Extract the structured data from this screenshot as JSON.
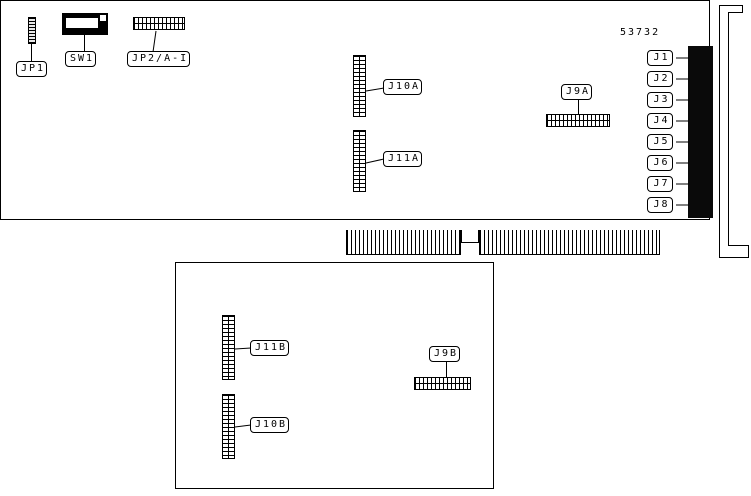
{
  "diagram": {
    "part_number": "53732",
    "main_board": {
      "jp1_label": "JP1",
      "sw1_label": "SW1",
      "jp2_label": "JP2/A-I",
      "j10a_label": "J10A",
      "j11a_label": "J11A",
      "j9a_label": "J9A",
      "right_connectors": [
        "J1",
        "J2",
        "J3",
        "J4",
        "J5",
        "J6",
        "J7",
        "J8"
      ]
    },
    "daughter_board": {
      "j11b_label": "J11B",
      "j10b_label": "J10B",
      "j9b_label": "J9B"
    }
  }
}
